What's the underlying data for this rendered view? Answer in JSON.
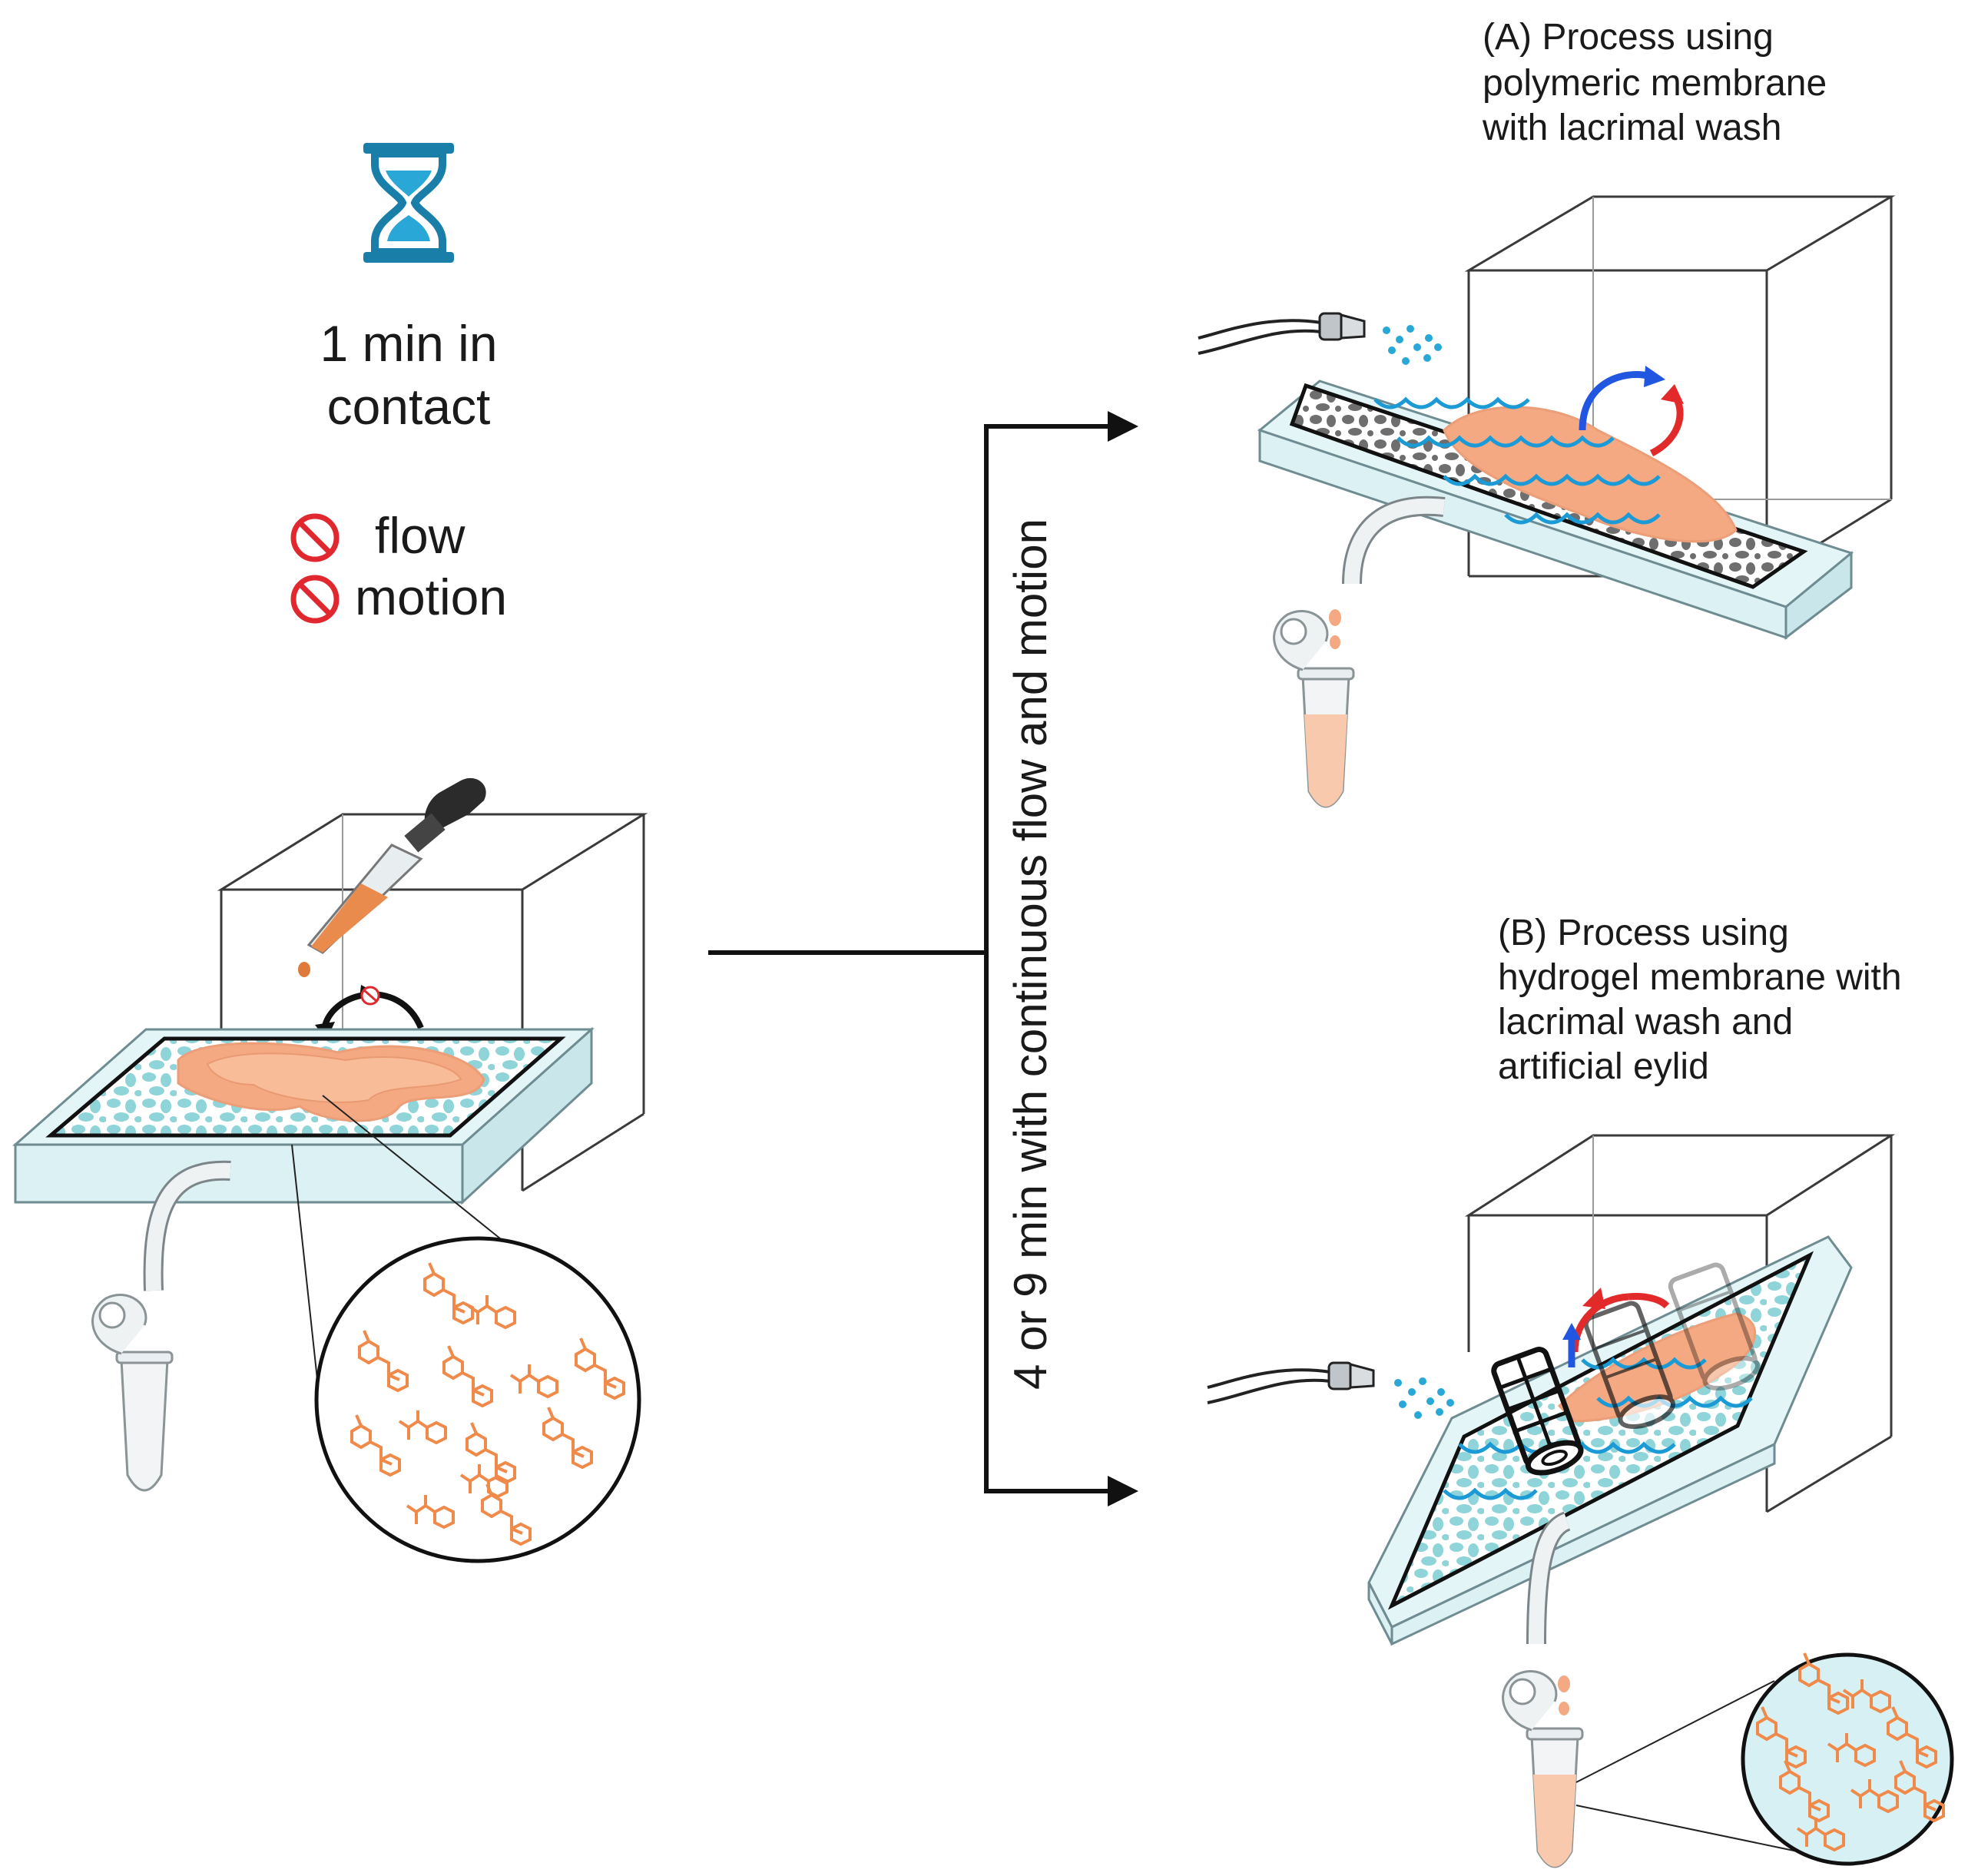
{
  "left_panel": {
    "contact_time_line1": "1 min in",
    "contact_time_line2": "contact",
    "no_flow_label": "flow",
    "no_motion_label": "motion"
  },
  "center": {
    "duration_label": "4 or 9 min with continuous flow and motion"
  },
  "panel_a": {
    "title_line1": "(A) Process using",
    "title_line2": "polymeric membrane",
    "title_line3": "with lacrimal wash"
  },
  "panel_b": {
    "title_line1": "(B) Process using",
    "title_line2": "hydrogel membrane with",
    "title_line3": "lacrimal wash and",
    "title_line4": "artificial eylid"
  },
  "colors": {
    "hourglass": "#1a7fa8",
    "prohibit": "#e0282e",
    "tray": "#e3f5f7",
    "tray_edge": "#6e8c92",
    "membrane_dots": "#8fd4d8",
    "sample": "#f4a982",
    "molecule": "#f08a4b",
    "wash": "#1b9ad6",
    "arrow_blue": "#2157e0",
    "arrow_red": "#e22a2a"
  },
  "icons": [
    "hourglass-icon",
    "prohibit-icon",
    "dropper-icon",
    "hose-icon",
    "tube-icon",
    "eyelid-roller-icon"
  ]
}
